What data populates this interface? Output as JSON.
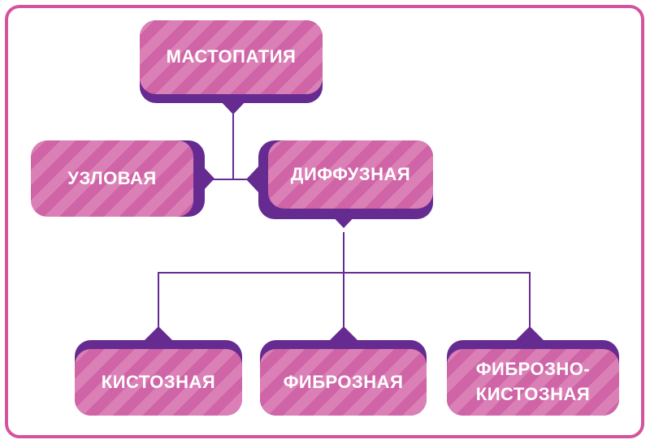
{
  "diagram": {
    "nodes": [
      {
        "id": "mastopatiya",
        "label": "МАСТОПАТИЯ"
      },
      {
        "id": "uzlovaya",
        "label": "УЗЛОВАЯ"
      },
      {
        "id": "diffuznaya",
        "label": "ДИФФУЗНАЯ"
      },
      {
        "id": "kistoznaya",
        "label": "КИСТОЗНАЯ"
      },
      {
        "id": "fibroznaya",
        "label": "ФИБРОЗНАЯ"
      },
      {
        "id": "fibrozno_kistoznaya",
        "label": "ФИБРОЗНО-КИСТОЗНАЯ"
      }
    ],
    "edges": [
      {
        "from": "МАСТОПАТИЯ",
        "to": "УЗЛОВАЯ"
      },
      {
        "from": "МАСТОПАТИЯ",
        "to": "ДИФФУЗНАЯ"
      },
      {
        "from": "ДИФФУЗНАЯ",
        "to": "КИСТОЗНАЯ"
      },
      {
        "from": "ДИФФУЗНАЯ",
        "to": "ФИБРОЗНАЯ"
      },
      {
        "from": "ДИФФУЗНАЯ",
        "to": "ФИБРОЗНО-КИСТОЗНАЯ"
      }
    ],
    "colors": {
      "stripe_light": "#db80b6",
      "stripe_dark": "#cf64a6",
      "purple": "#662b90",
      "frame_border": "#d3549e",
      "text": "#ffffff",
      "background": "#ffffff"
    }
  }
}
